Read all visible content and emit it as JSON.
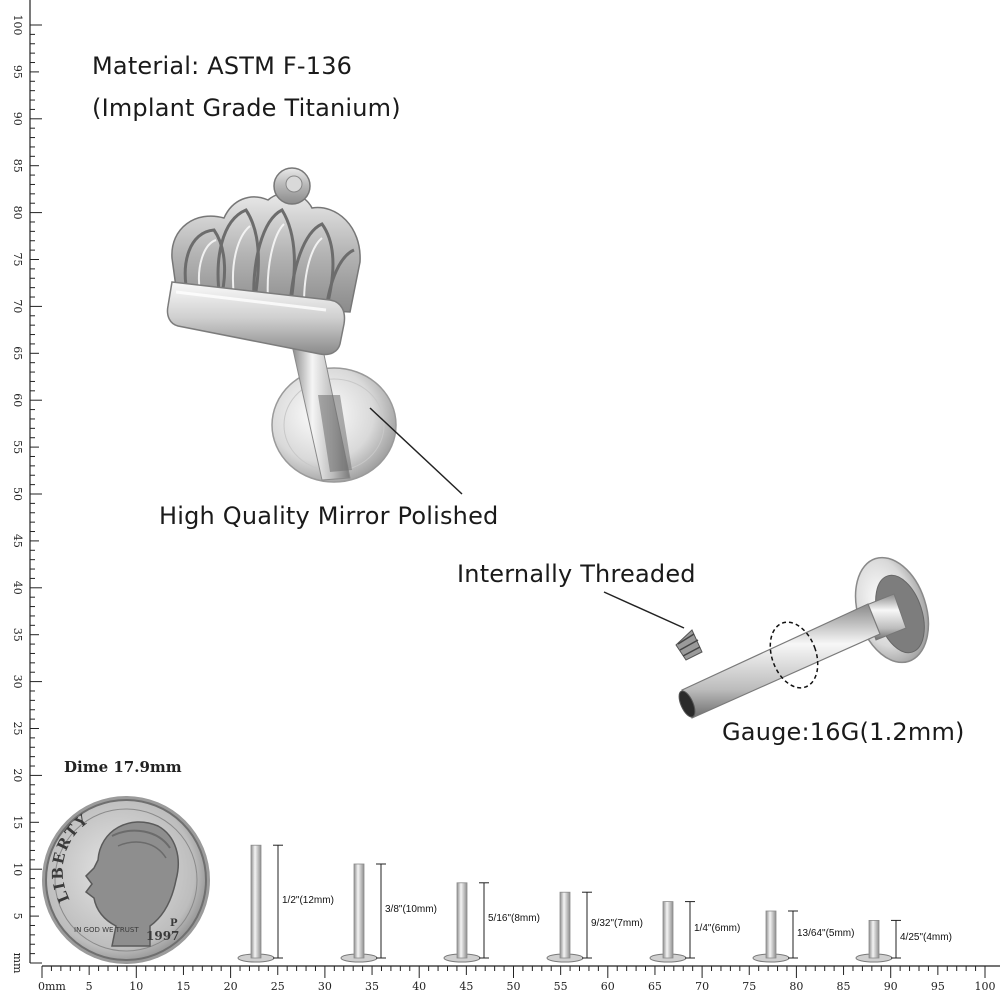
{
  "captions": {
    "material_line1": "Material:  ASTM F-136",
    "material_line2": "(Implant Grade Titanium)",
    "polished": "High Quality Mirror Polished",
    "threaded": "Internally Threaded",
    "gauge": "Gauge:16G(1.2mm)"
  },
  "dime": {
    "label": "Dime 17.9mm",
    "liberty": "LIBERTY",
    "motto": "IN GOD WE TRUST",
    "year": "1997",
    "mint": "P"
  },
  "ruler": {
    "bottom_ticks": [
      "0mm",
      "5",
      "10",
      "15",
      "20",
      "25",
      "30",
      "35",
      "40",
      "45",
      "50",
      "55",
      "60",
      "65",
      "70",
      "75",
      "80",
      "85",
      "90",
      "95",
      "100"
    ],
    "left_ticks": [
      "mm",
      "5",
      "10",
      "15",
      "20",
      "25",
      "30",
      "35",
      "40",
      "45",
      "50",
      "55",
      "60",
      "65",
      "70",
      "75",
      "80",
      "85",
      "90",
      "95",
      "100"
    ]
  },
  "sizes": [
    {
      "label": "1/2\"(12mm)",
      "mm": 12
    },
    {
      "label": "3/8\"(10mm)",
      "mm": 10
    },
    {
      "label": "5/16\"(8mm)",
      "mm": 8
    },
    {
      "label": "9/32\"(7mm)",
      "mm": 7
    },
    {
      "label": "1/4\"(6mm)",
      "mm": 6
    },
    {
      "label": "13/64\"(5mm)",
      "mm": 5
    },
    {
      "label": "4/25\"(4mm)",
      "mm": 4
    }
  ],
  "colors": {
    "metal_light": "#f2f2f2",
    "metal_mid": "#b8b8b8",
    "metal_dark": "#6e6e6e",
    "ruler": "#222222"
  }
}
